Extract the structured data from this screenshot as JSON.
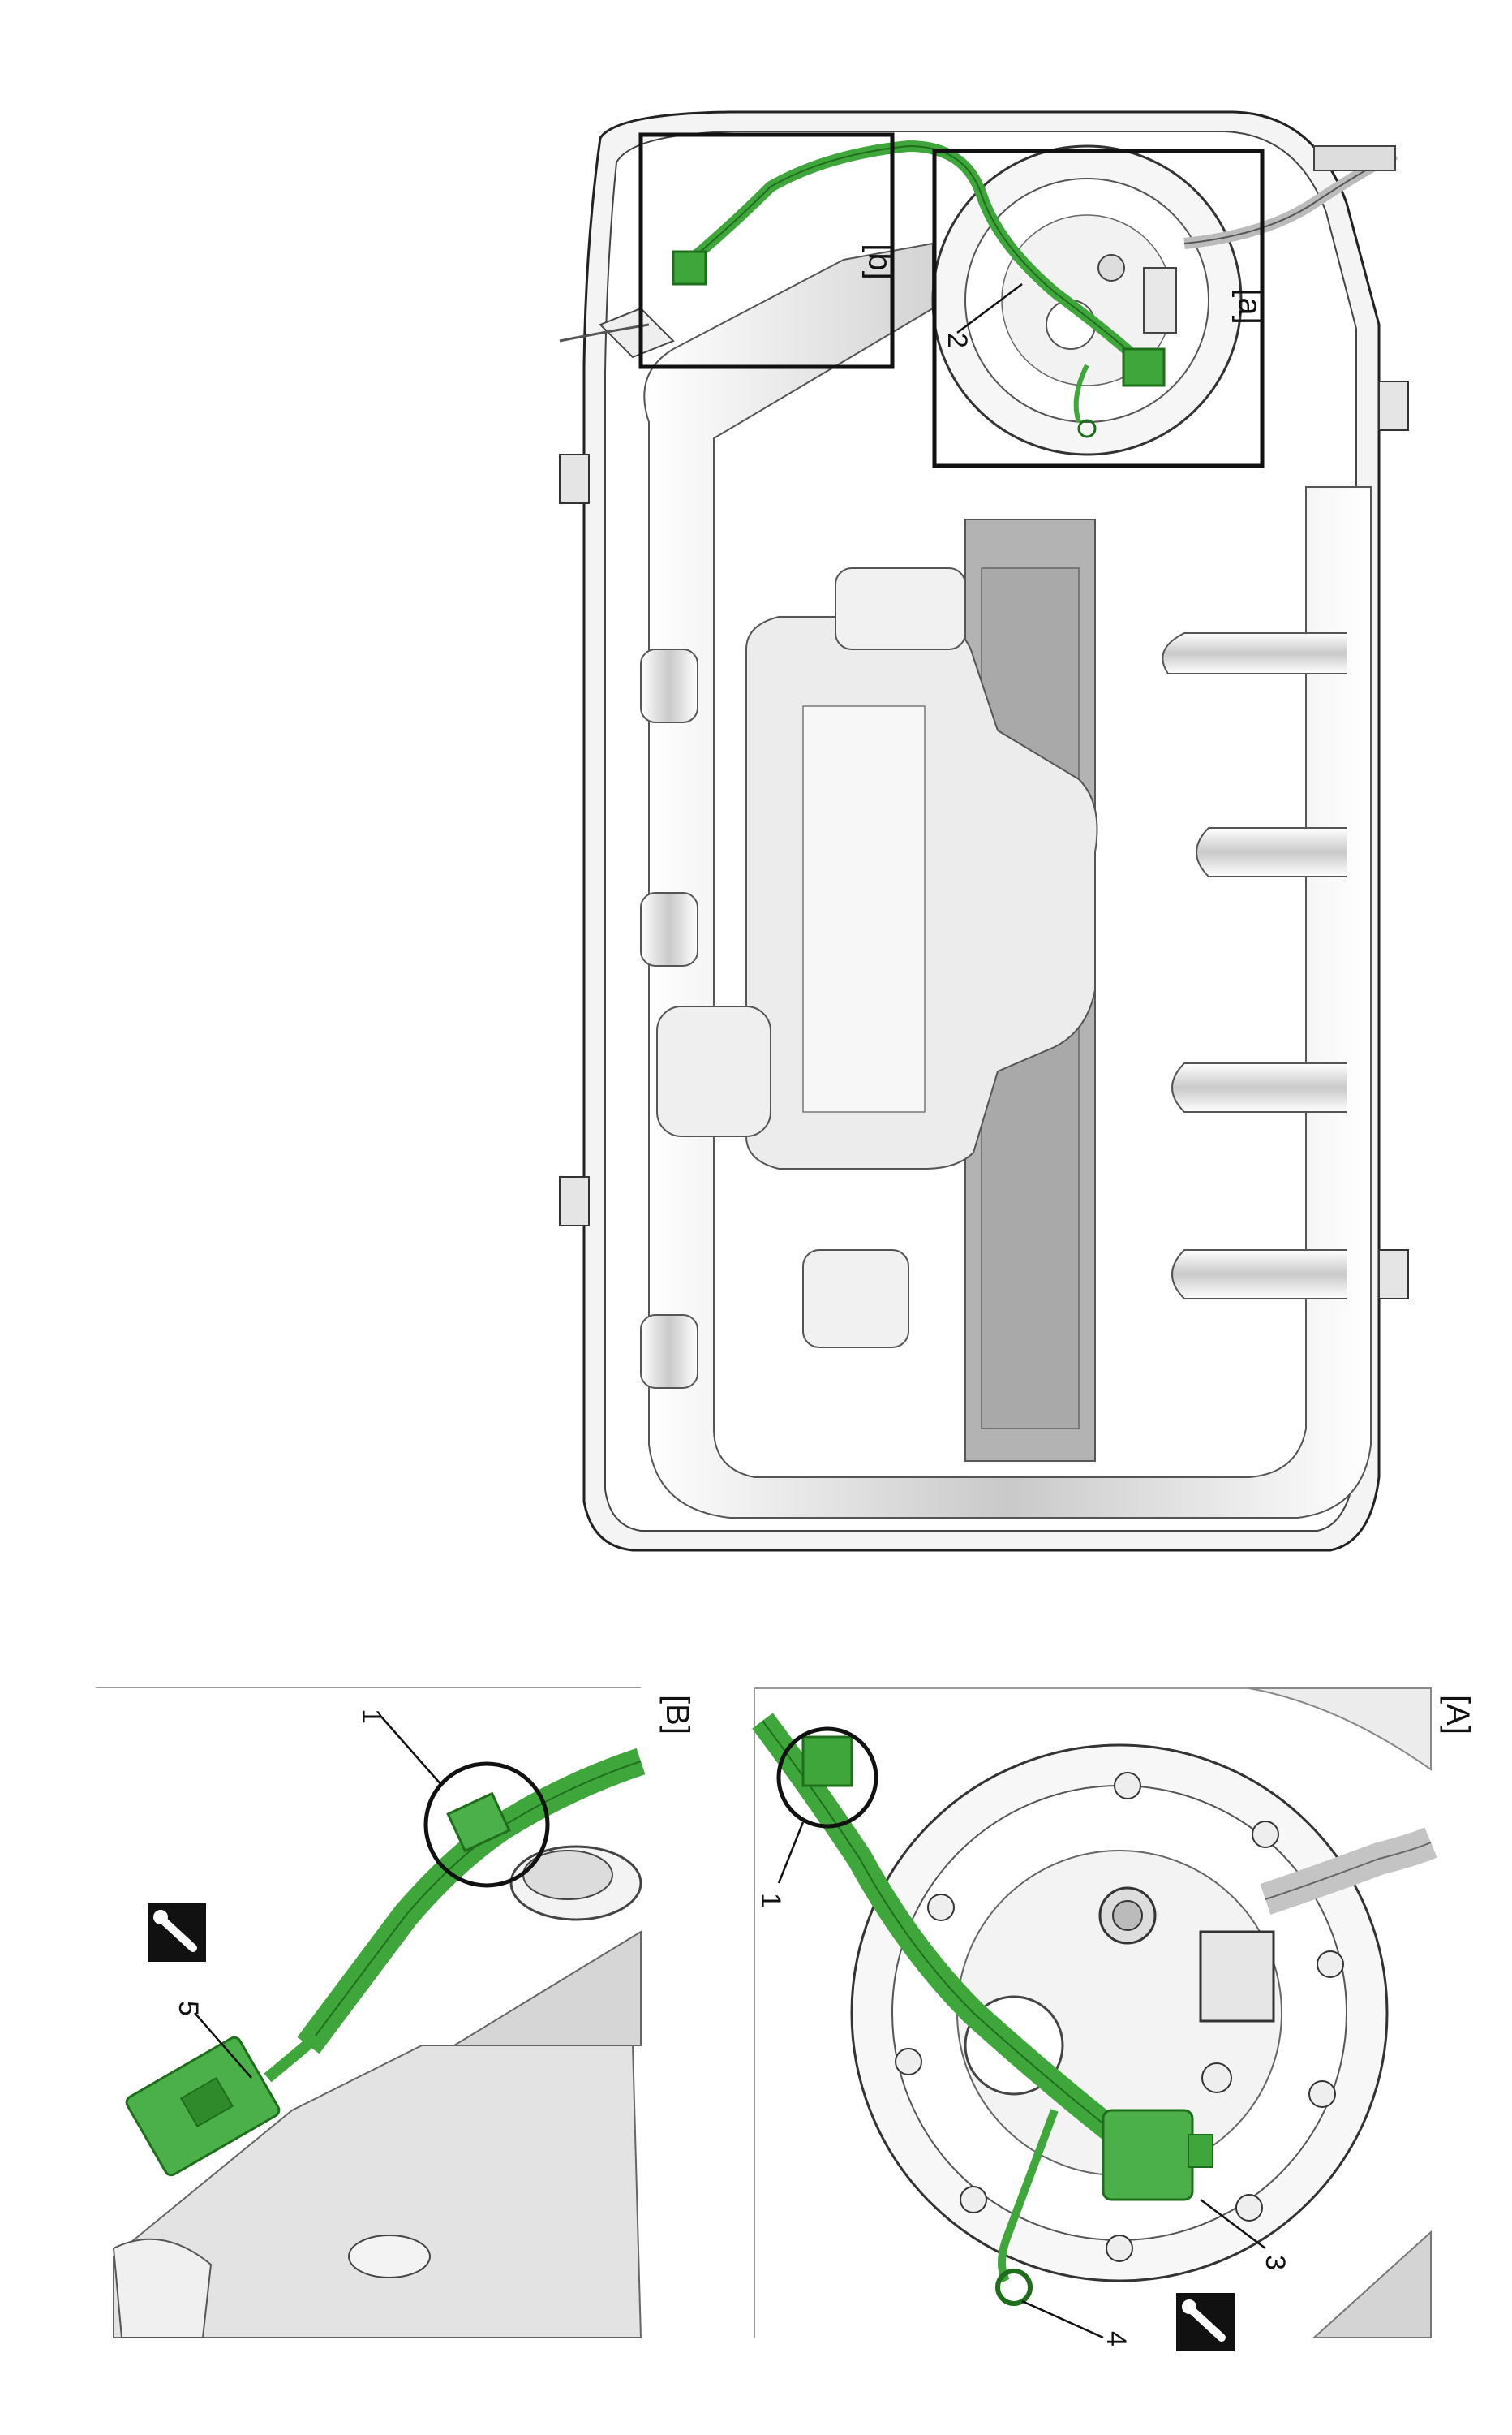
{
  "figure": {
    "view_labels": {
      "detail_a": "[a]",
      "detail_b": "[b]",
      "panel_a": "[A]",
      "panel_b": "[B]"
    },
    "callouts": {
      "c1_b": "1",
      "c1_a": "1",
      "c2": "2",
      "c3": "3",
      "c4": "4",
      "c5": "5"
    },
    "icons": [
      "fuel-tank-diagram",
      "wire-harness",
      "connector",
      "ground-terminal",
      "torque-wrench-icon"
    ],
    "colors": {
      "harness": "#3fa63c",
      "harness_dark": "#1f6e1c",
      "outline": "#111111",
      "tank_shade": "#b9b9b9",
      "tank_light": "#e9e9e9"
    }
  }
}
